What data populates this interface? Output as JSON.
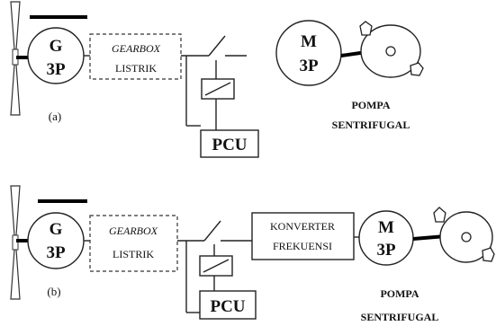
{
  "diagram_a": {
    "tag": "(a)",
    "generator": {
      "line1": "G",
      "line2": "3P"
    },
    "gearbox": {
      "line1": "GEARBOX",
      "line2": "LISTRIK"
    },
    "controller": "PCU",
    "motor": {
      "line1": "M",
      "line2": "3P"
    },
    "pump": {
      "line1": "POMPA",
      "line2": "SENTRIFUGAL"
    }
  },
  "diagram_b": {
    "tag": "(b)",
    "generator": {
      "line1": "G",
      "line2": "3P"
    },
    "gearbox": {
      "line1": "GEARBOX",
      "line2": "LISTRIK"
    },
    "controller": "PCU",
    "converter": {
      "line1": "KONVERTER",
      "line2": "FREKUENSI"
    },
    "motor": {
      "line1": "M",
      "line2": "3P"
    },
    "pump": {
      "line1": "POMPA",
      "line2": "SENTRIFUGAL"
    }
  }
}
